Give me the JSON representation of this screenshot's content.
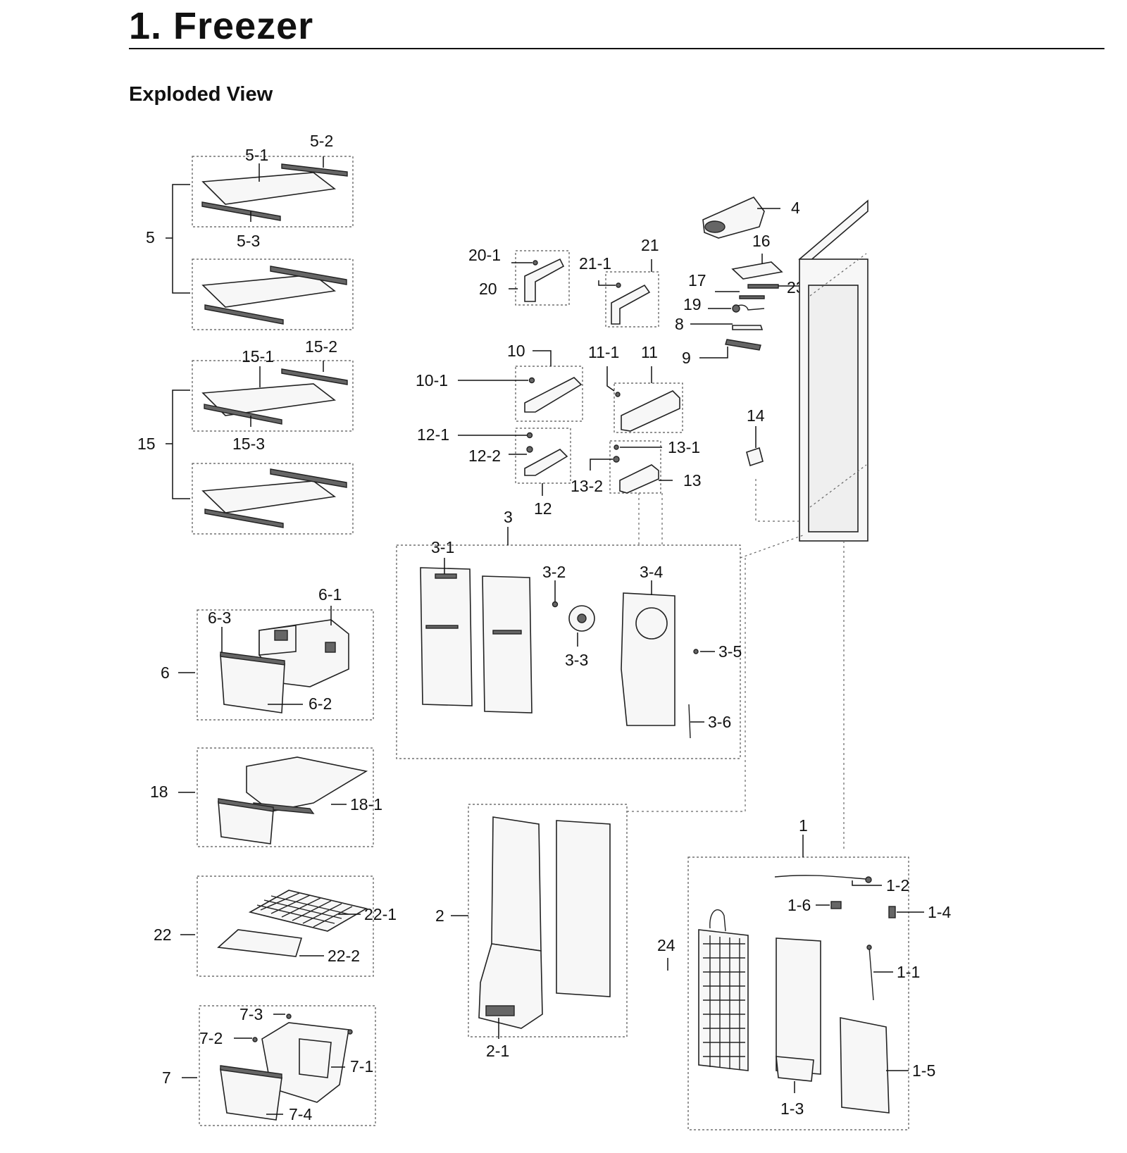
{
  "header": {
    "title": "1.  Freezer",
    "subtitle": "Exploded View"
  },
  "callouts": {
    "c5_1": "5-1",
    "c5_2": "5-2",
    "c5": "5",
    "c5_3": "5-3",
    "c15_1": "15-1",
    "c15_2": "15-2",
    "c15": "15",
    "c15_3": "15-3",
    "c6_1": "6-1",
    "c6_3": "6-3",
    "c6": "6",
    "c6_2": "6-2",
    "c18": "18",
    "c18_1": "18-1",
    "c22": "22",
    "c22_1": "22-1",
    "c22_2": "22-2",
    "c7_3": "7-3",
    "c7_2": "7-2",
    "c7": "7",
    "c7_1": "7-1",
    "c7_4": "7-4",
    "c20_1": "20-1",
    "c20": "20",
    "c21_1": "21-1",
    "c21": "21",
    "c4": "4",
    "c16": "16",
    "c17": "17",
    "c23": "23",
    "c19": "19",
    "c8": "8",
    "c9": "9",
    "c10": "10",
    "c10_1": "10-1",
    "c11_1": "11-1",
    "c11": "11",
    "c12_1": "12-1",
    "c12_2": "12-2",
    "c12": "12",
    "c13_1": "13-1",
    "c13_2": "13-2",
    "c13": "13",
    "c14": "14",
    "c3": "3",
    "c3_1": "3-1",
    "c3_2": "3-2",
    "c3_3": "3-3",
    "c3_4": "3-4",
    "c3_5": "3-5",
    "c3_6": "3-6",
    "c2": "2",
    "c2_1": "2-1",
    "c1": "1",
    "c1_2": "1-2",
    "c1_6": "1-6",
    "c1_4": "1-4",
    "c24": "24",
    "c1_1": "1-1",
    "c1_3": "1-3",
    "c1_5": "1-5"
  }
}
